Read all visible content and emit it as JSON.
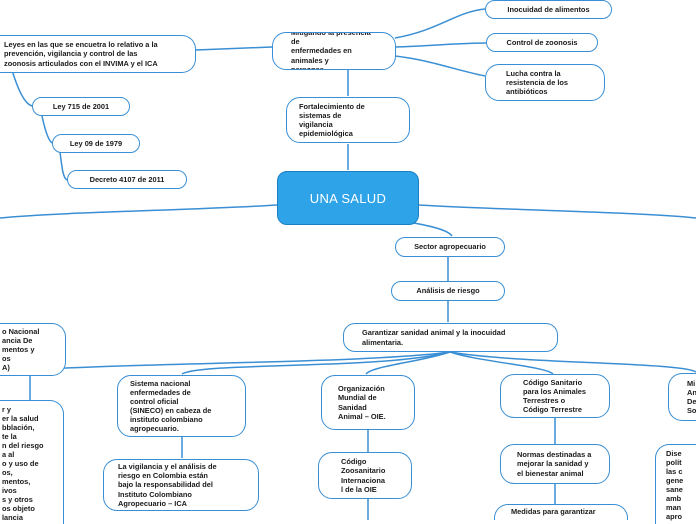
{
  "root": {
    "label": "UNA SALUD"
  },
  "top_branch": {
    "fortalecimiento": "Fortalecimiento de\nsistemas de\nvigilancia\nepidemiológica",
    "mitigando": "Mitigando la presencia de\nenfermedades en animales y\npersonas",
    "inocuidad": "Inocuidad de alimentos",
    "control_zoonosis": "Control de zoonosis",
    "lucha_resistencia": "Lucha contra la\nresistencia de los\nantibióticos"
  },
  "left_laws": {
    "leyes_box": "Leyes en las que se encuetra lo relativo a la\nprevención, vigilancia y control de las\nzoonosis articulados con el INVIMA y el ICA",
    "ley_715": "Ley 715 de 2001",
    "ley_09": "Ley 09 de 1979",
    "decreto": "Decreto 4107 de 2011"
  },
  "bottom_branch": {
    "sector": "Sector agropecuario",
    "analisis": "Análisis de riesgo",
    "garantizar": "Garantizar sanidad animal y la inocuidad\nalimentaria.",
    "sistema_nacional": "Sistema nacional\nenfermedades de\ncontrol oficial\n(SINECO) en cabeza de\ninstituto colombiano\nagropecuario.",
    "vigilancia_ica": "La vigilancia y el análisis de\nriesgo en Colombia están\nbajo la responsabilidad del\nInstituto Colombiano\nAgropecuario – ICA",
    "oie": "Organización\nMundial de\nSanidad\nAnimal – OIE.",
    "codigo_zoo": "Código\nZoosanitario\nInternaciona\nl de la OIE",
    "codigo_sanitario": "Código Sanitario\npara los Animales\nTerrestres o\nCódigo Terrestre",
    "normas": "Normas destinadas a\nmejorar la sanidad y\nel bienestar animal",
    "medidas": "Medidas para garantizar",
    "right_cut_1": "Mi\nAn\nDe\nSo",
    "right_cut_2": "Dise\npolít\nlas c\ngene\nsane\namb\nman\napro"
  },
  "left_cut": {
    "invima": "o Nacional\nancia De\nmentos y\nos\nA)",
    "invima_long": "r y\ner la salud\nbblación,\nte la\nn del riesgo\na al\no y uso de\nos,\nmentos,\nivos\ns y otros\nos objeto\nlancia"
  }
}
